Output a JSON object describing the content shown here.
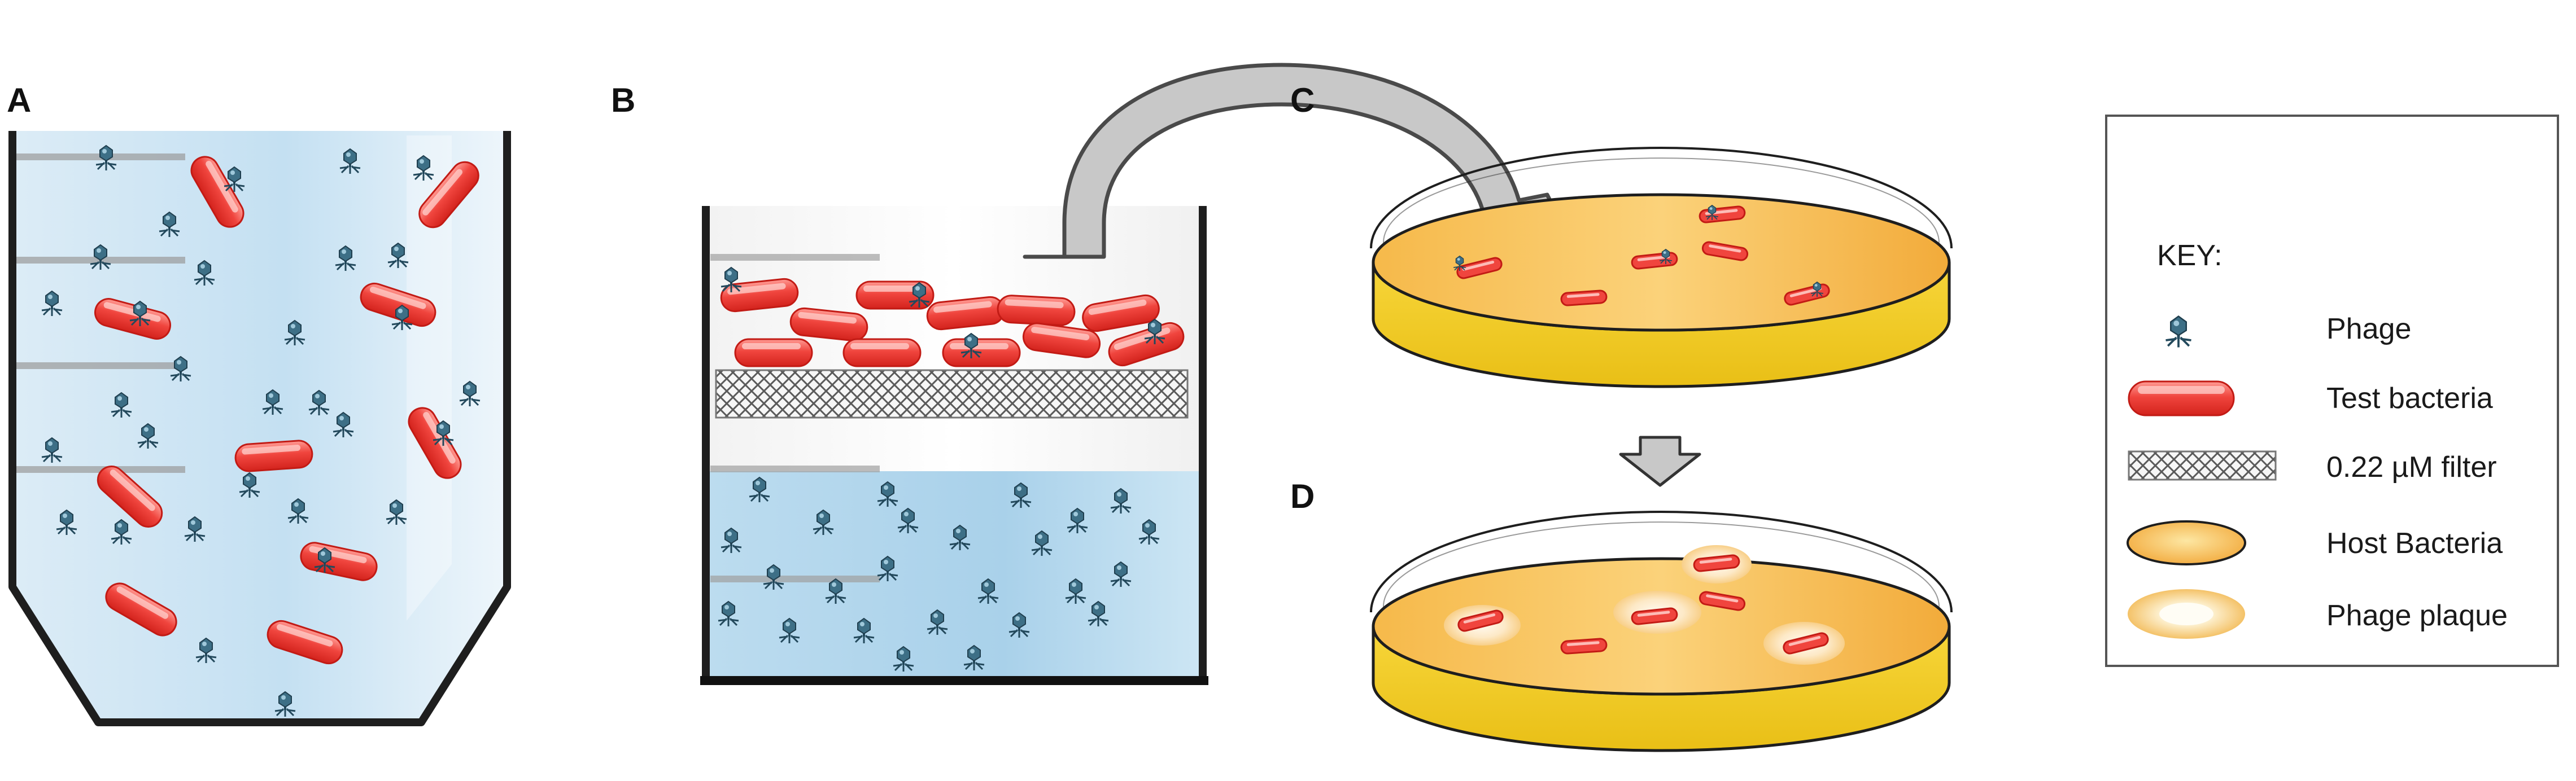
{
  "panels": {
    "a": "A",
    "b": "B",
    "c": "C",
    "d": "D"
  },
  "key": {
    "title": "KEY:",
    "items": [
      {
        "label": "Phage",
        "icon": "phage-icon"
      },
      {
        "label": "Test bacteria",
        "icon": "bacterium-icon"
      },
      {
        "label": "0.22 µM filter",
        "icon": "filter-icon"
      },
      {
        "label": "Host Bacteria",
        "icon": "host-bacteria-icon"
      },
      {
        "label": "Phage plaque",
        "icon": "phage-plaque-icon"
      }
    ]
  },
  "colors": {
    "bacteria_fill": "#f0453e",
    "bacteria_highlight": "#ffb3ad",
    "phage_head": "#3d6f86",
    "liquid_blue": "#b5d9ef",
    "agar_orange": "#f3b24a",
    "agar_side_yellow": "#f2cc2a",
    "arrow_gray": "#c8c8c8"
  }
}
